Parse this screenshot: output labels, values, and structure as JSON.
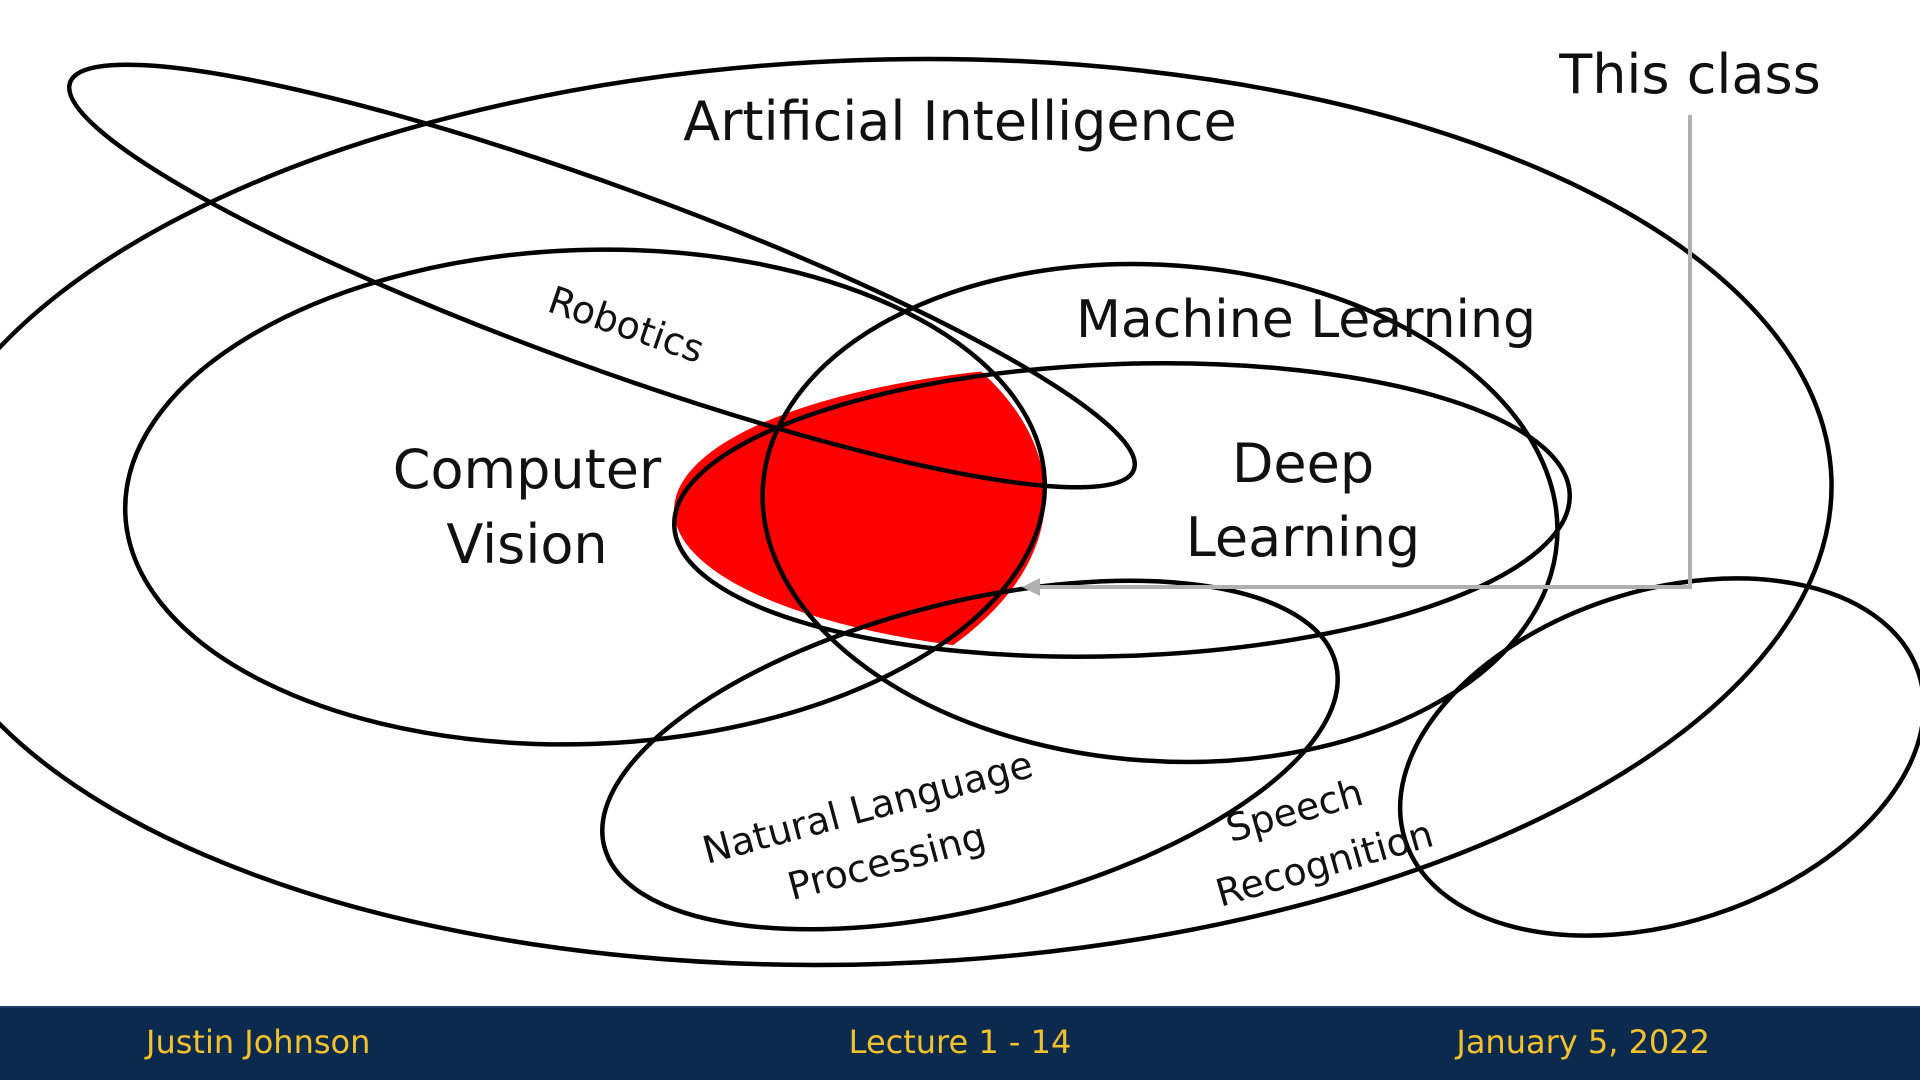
{
  "diagram": {
    "labels": {
      "ai": "Artificial Intelligence",
      "this_class": "This class",
      "robotics": "Robotics",
      "machine_learning": "Machine Learning",
      "computer_vision_line1": "Computer",
      "computer_vision_line2": "Vision",
      "deep_learning_line1": "Deep",
      "deep_learning_line2": "Learning",
      "nlp_line1": "Natural Language",
      "nlp_line2": "Processing",
      "speech_line1": "Speech",
      "speech_line2": "Recognition"
    },
    "highlight_color": "#ff0000",
    "pointer_color": "#b0b0b0"
  },
  "footer": {
    "author": "Justin Johnson",
    "lecture": "Lecture 1 - 14",
    "date": "January 5, 2022",
    "background_color": "#0b2a4d",
    "text_color": "#f2c12e"
  }
}
